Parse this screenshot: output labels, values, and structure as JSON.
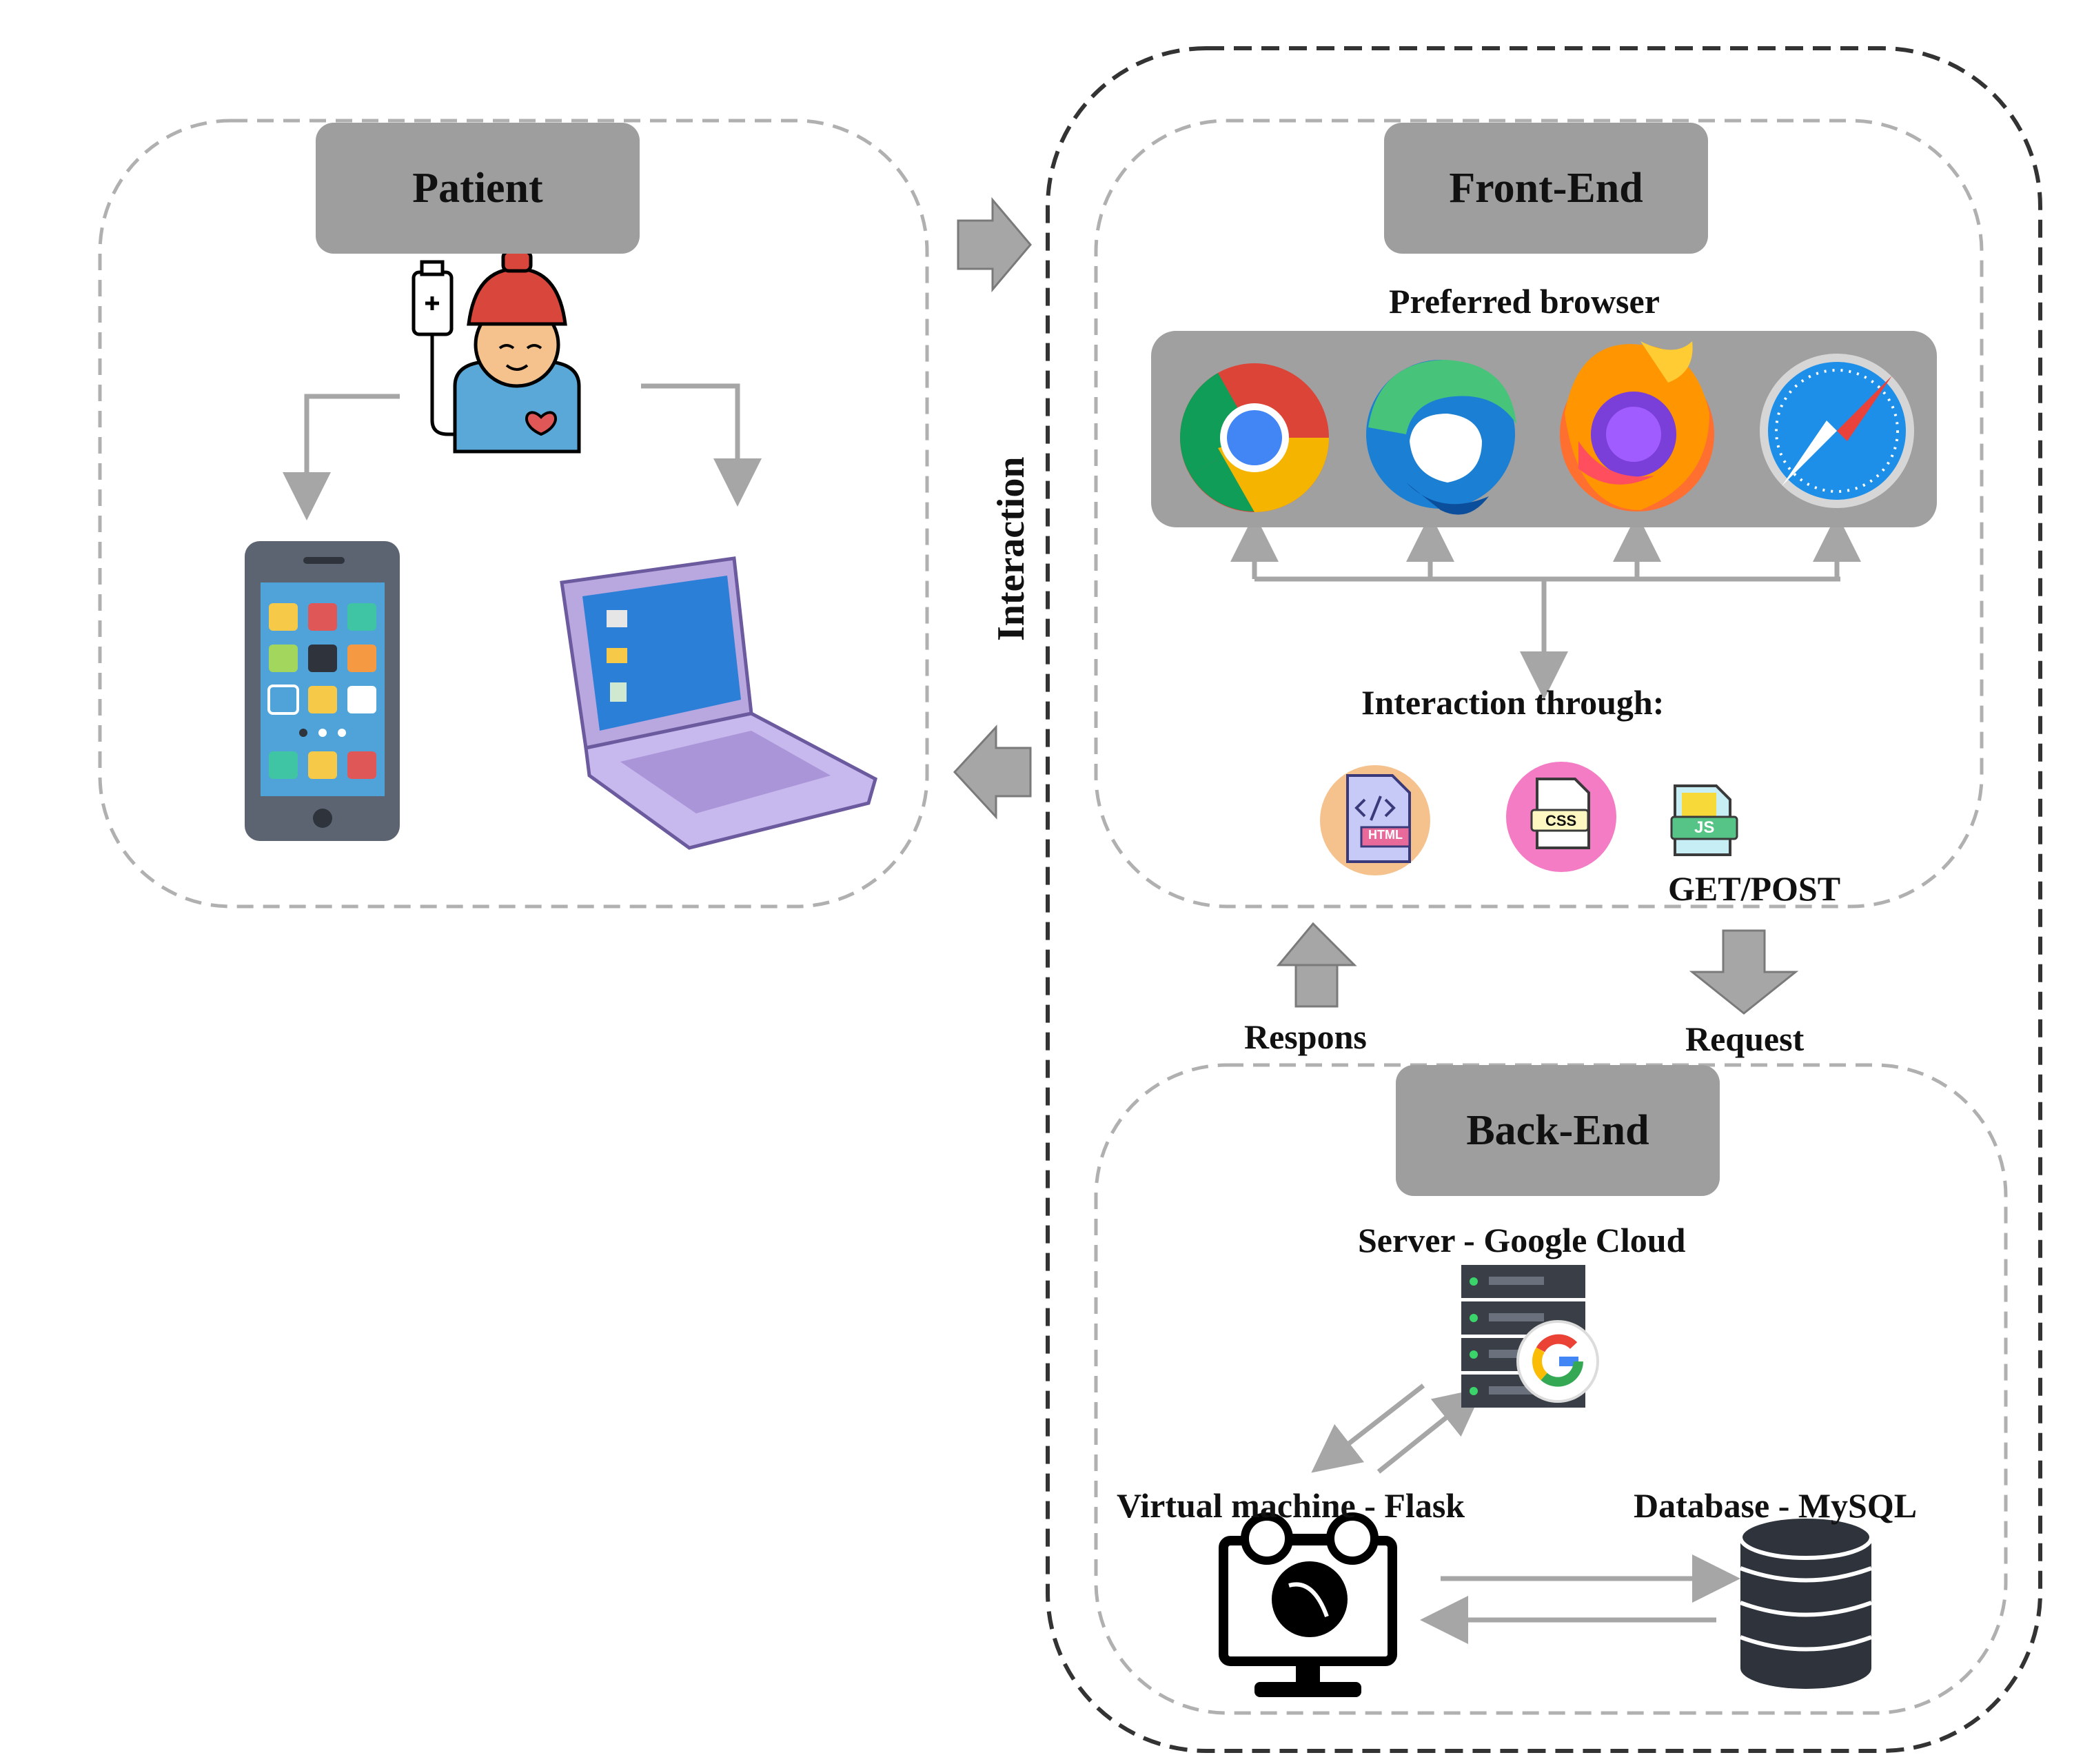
{
  "patient": {
    "title": "Patient"
  },
  "frontend": {
    "title": "Front-End",
    "preferred_browser": "Preferred browser",
    "interaction_through": "Interaction through:",
    "get_post": "GET/POST"
  },
  "backend": {
    "title": "Back-End",
    "server": "Server - Google Cloud",
    "vm": "Virtual machine - Flask",
    "db": "Database - MySQL"
  },
  "flow": {
    "interaction": "Interaction",
    "respons": "Respons",
    "request": "Request"
  },
  "icons": {
    "html": "HTML",
    "css": "CSS",
    "js": "JS"
  },
  "colors": {
    "header_gray": "#9e9e9e",
    "arrow_gray": "#a6a6a6",
    "dashed_gray": "#b0b0b0",
    "dashed_dark": "#333333"
  }
}
